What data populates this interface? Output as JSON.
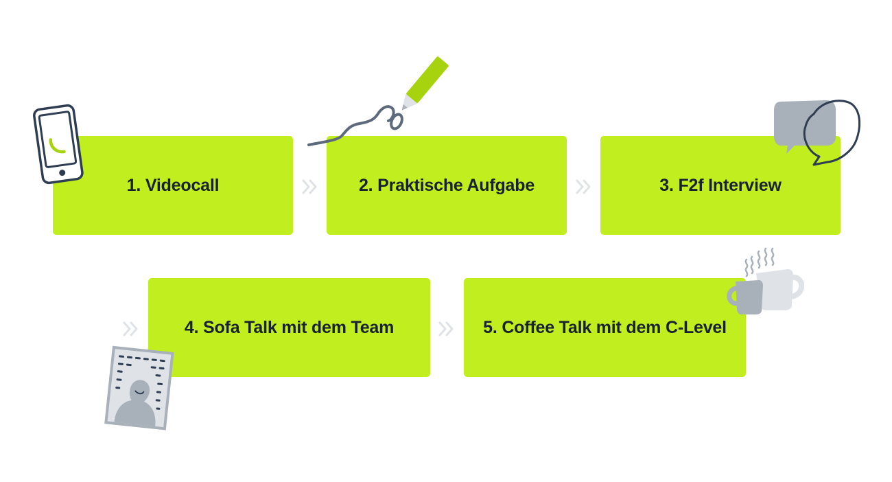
{
  "steps": [
    {
      "label": "1. Videocall"
    },
    {
      "label": "2. Praktische Aufgabe"
    },
    {
      "label": "3. F2f Interview"
    },
    {
      "label": "4. Sofa Talk mit dem Team"
    },
    {
      "label": "5. Coffee Talk mit dem C-Level"
    }
  ],
  "icons": [
    "phone-icon",
    "pen-icon",
    "speech-bubbles-icon",
    "photo-frame-icon",
    "coffee-mugs-icon",
    "double-chevron-icon"
  ],
  "colors": {
    "box": "#c0ee1e",
    "text": "#17222f",
    "chevron": "#dfe3e8",
    "icon_dark": "#2e3d52",
    "icon_gray": "#a8b0ba",
    "accent": "#a6d30e"
  }
}
